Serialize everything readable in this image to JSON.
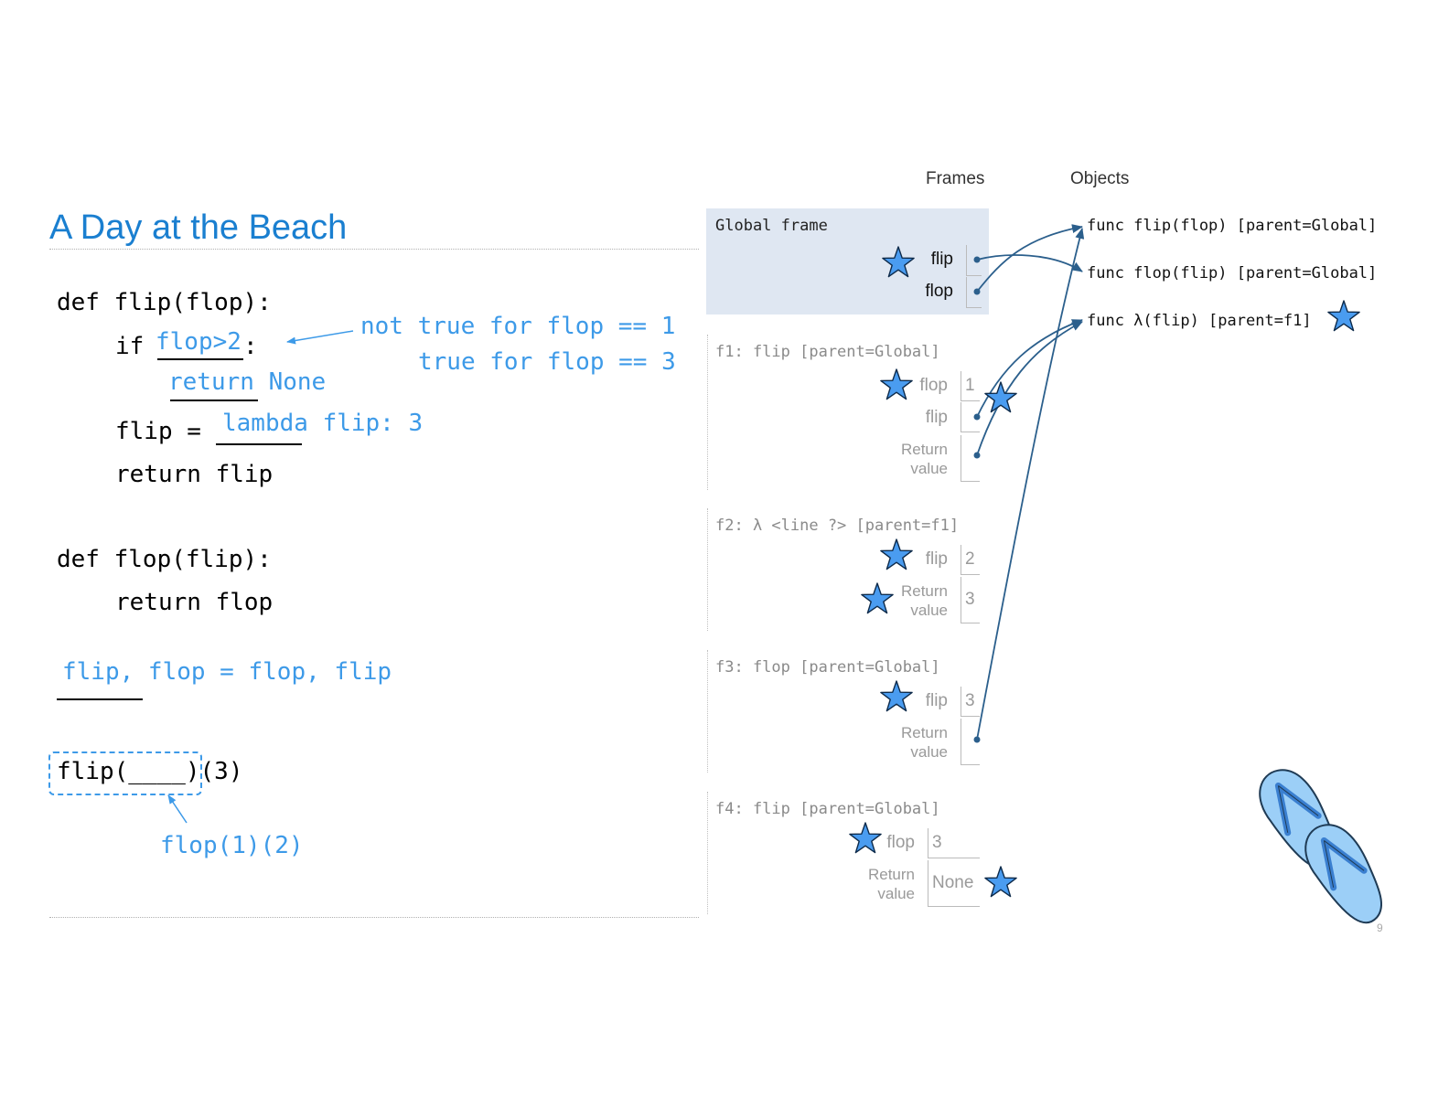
{
  "title": "A Day at the Beach",
  "code": {
    "line1": "def flip(flop):",
    "line2_prefix": "if ",
    "line2_suffix": ":",
    "line3_blank_answer": "return None",
    "line4_prefix": "flip = ",
    "line5": "return flip",
    "line6": "def flop(flip):",
    "line7": "return flop",
    "line9_call": "flip(____)(3)"
  },
  "answers": {
    "if_condition": "flop>2",
    "lambda_answer": "lambda flip: 3",
    "assignment": "flip, flop = flop, flip",
    "call_argument": "flop(1)(2)",
    "note_line1": "not true for flop == 1",
    "note_line2": "true for flop == 3"
  },
  "diagram": {
    "frames_header": "Frames",
    "objects_header": "Objects",
    "global_frame": {
      "name": "Global frame",
      "vars": [
        "flip",
        "flop"
      ]
    },
    "f1": {
      "name": "f1: flip [parent=Global]",
      "vars": [
        "flop",
        "flip",
        "Return\nvalue"
      ],
      "values": [
        "1",
        "",
        ""
      ]
    },
    "f2": {
      "name": "f2: λ <line ?> [parent=f1]",
      "vars": [
        "flip",
        "Return\nvalue"
      ],
      "values": [
        "2",
        "3"
      ]
    },
    "f3": {
      "name": "f3: flop [parent=Global]",
      "vars": [
        "flip",
        "Return\nvalue"
      ],
      "values": [
        "3",
        ""
      ]
    },
    "f4": {
      "name": "f4: flip [parent=Global]",
      "vars": [
        "flop",
        "Return\nvalue"
      ],
      "values": [
        "3",
        "None"
      ]
    },
    "objects": [
      "func flip(flop) [parent=Global]",
      "func flop(flip) [parent=Global]",
      "func λ(flip) [parent=f1]"
    ]
  },
  "page_number": "9",
  "colors": {
    "accent": "#3d9ae8",
    "title": "#1a7fd0",
    "arrow": "#2b5f8c",
    "star": "#4a9cf0",
    "global_bg": "#dfe7f2"
  }
}
